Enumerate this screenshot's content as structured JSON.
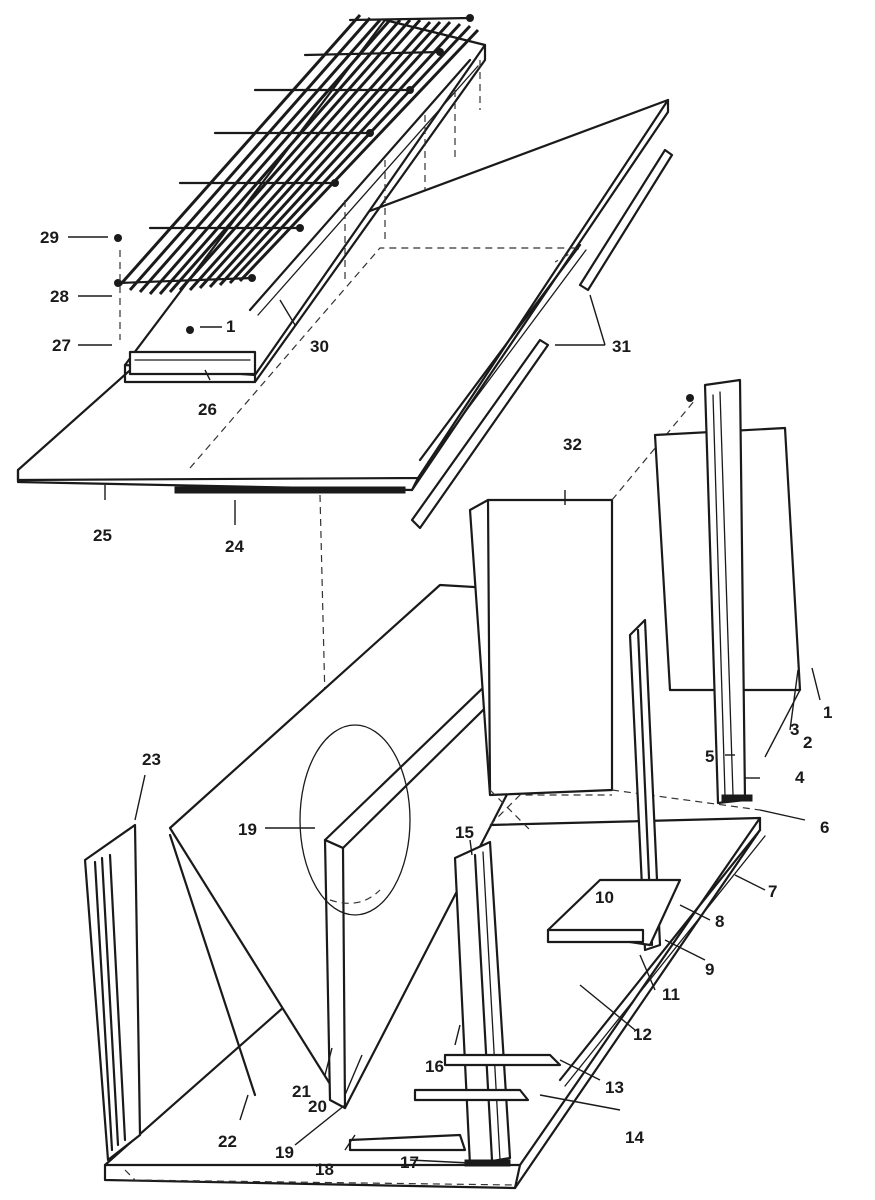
{
  "diagram": {
    "callouts": [
      "1",
      "2",
      "3",
      "4",
      "5",
      "6",
      "7",
      "8",
      "9",
      "10",
      "11",
      "12",
      "13",
      "14",
      "15",
      "16",
      "17",
      "18",
      "19",
      "20",
      "21",
      "22",
      "23",
      "24",
      "25",
      "26",
      "27",
      "28",
      "29",
      "30",
      "31",
      "32"
    ],
    "text_ink": "#1a1a1a",
    "background": "#ffffff"
  }
}
